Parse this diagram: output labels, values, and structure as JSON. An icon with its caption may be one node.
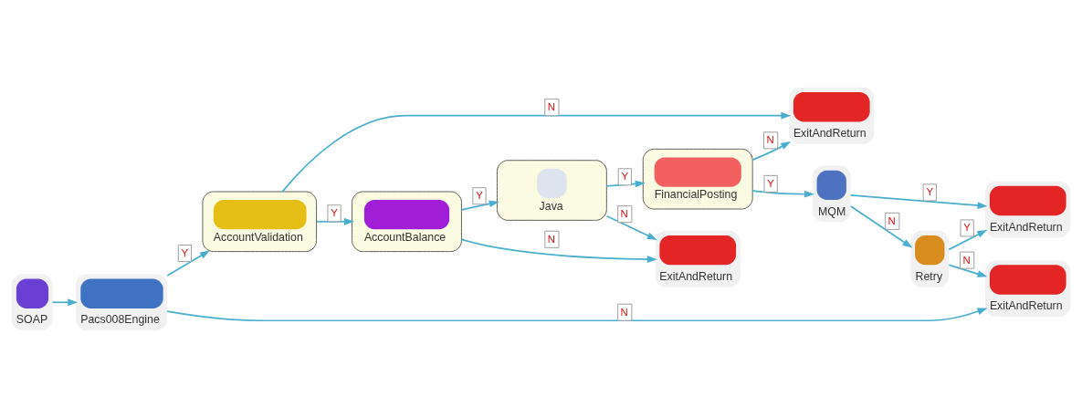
{
  "diagram": {
    "nodes": [
      {
        "text": [
          "SOAP"
        ]
      },
      {
        "text": [
          "Pacs008Engine"
        ]
      },
      {
        "text": [
          "AccountValidation"
        ]
      },
      {
        "text": [
          "AccountBalance"
        ]
      },
      {
        "text": [
          "ExitAndReturn"
        ]
      },
      {
        "text": [
          "ExitAndReturn"
        ]
      },
      {
        "text": [
          "ExitAndReturn"
        ]
      },
      {
        "text": [
          "Retry"
        ]
      },
      {
        "text": [
          "Java"
        ]
      },
      {
        "text": [
          "ExitAndReturn"
        ]
      },
      {
        "text": [
          "MQM"
        ]
      },
      {
        "text": [
          "FinancialPosting"
        ]
      }
    ],
    "edges": [
      {
        "from": 0,
        "to": 1,
        "arrow": "to"
      },
      {
        "from": 1,
        "to": 2,
        "arrow": "to",
        "label": "Y"
      },
      {
        "from": 1,
        "to": 5,
        "arrow": "to",
        "label": "N"
      },
      {
        "from": 2,
        "to": 3,
        "arrow": "to",
        "label": "Y"
      },
      {
        "from": 2,
        "to": 6,
        "arrow": "to",
        "label": "N"
      },
      {
        "from": 3,
        "to": 4,
        "arrow": "to",
        "label": "N"
      },
      {
        "from": 3,
        "to": 8,
        "arrow": "to",
        "label": "Y"
      },
      {
        "from": 8,
        "to": 4,
        "arrow": "to",
        "label": "N"
      },
      {
        "from": 8,
        "to": 11,
        "arrow": "to",
        "label": "Y"
      },
      {
        "from": 11,
        "to": 6,
        "arrow": "to",
        "label": "N"
      },
      {
        "from": 11,
        "to": 10,
        "arrow": "to",
        "label": "Y"
      },
      {
        "from": 10,
        "to": 7,
        "arrow": "to",
        "label": "N"
      },
      {
        "from": 10,
        "to": 9,
        "arrow": "to",
        "label": "Y"
      },
      {
        "from": 7,
        "to": 9,
        "arrow": "to",
        "label": "Y"
      },
      {
        "from": 7,
        "to": 5,
        "arrow": "to",
        "label": "N"
      }
    ]
  }
}
